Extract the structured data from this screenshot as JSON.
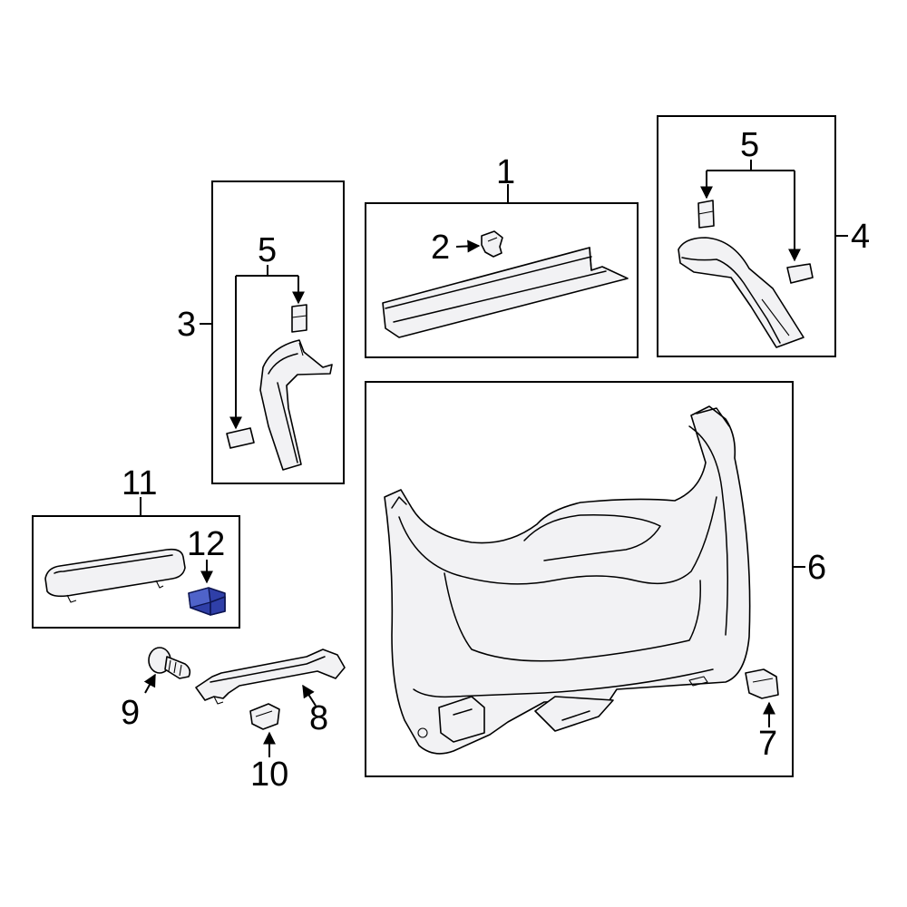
{
  "callouts": {
    "c1": "1",
    "c2": "2",
    "c3": "3",
    "c4": "4",
    "c5a": "5",
    "c5b": "5",
    "c6": "6",
    "c7": "7",
    "c8": "8",
    "c9": "9",
    "c10": "10",
    "c11": "11",
    "c12": "12"
  },
  "colors": {
    "highlight_part": "#2f3fa8",
    "line": "#000000",
    "background": "#ffffff"
  }
}
